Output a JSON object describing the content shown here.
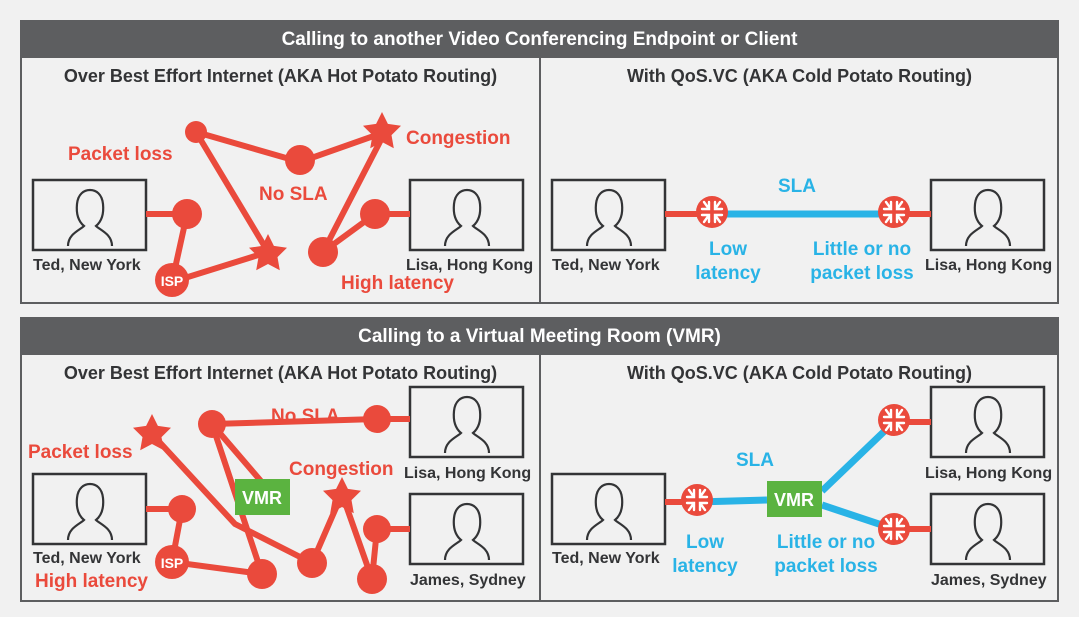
{
  "colors": {
    "header_bg": "#5d5e60",
    "panel_bg": "#f1f1f1",
    "red": "#ea4a3c",
    "blue": "#29b3e6",
    "green": "#5bb340",
    "text_dark": "#333436"
  },
  "top": {
    "title": "Calling to another Video Conferencing Endpoint or Client",
    "left": {
      "heading": "Over Best Effort Internet (AKA Hot Potato Routing)",
      "packet_loss": "Packet loss",
      "no_sla": "No SLA",
      "congestion": "Congestion",
      "high_latency": "High latency",
      "isp": "ISP",
      "caller": "Ted, New York",
      "callee": "Lisa, Hong Kong"
    },
    "right": {
      "heading": "With QoS.VC (AKA Cold Potato Routing)",
      "sla": "SLA",
      "low": "Low",
      "latency": "latency",
      "little_or_no": "Little or no",
      "packet_loss": "packet loss",
      "caller": "Ted, New York",
      "callee": "Lisa, Hong Kong"
    }
  },
  "bottom": {
    "title": "Calling to a Virtual Meeting Room (VMR)",
    "left": {
      "heading": "Over Best Effort Internet (AKA Hot Potato Routing)",
      "no_sla": "No SLA",
      "packet_loss": "Packet loss",
      "congestion": "Congestion",
      "vmr": "VMR",
      "isp": "ISP",
      "high_latency": "High latency",
      "caller": "Ted, New York",
      "callee1": "Lisa, Hong Kong",
      "callee2": "James, Sydney"
    },
    "right": {
      "heading": "With QoS.VC (AKA Cold Potato Routing)",
      "sla": "SLA",
      "vmr": "VMR",
      "low": "Low",
      "latency": "latency",
      "little_or_no": "Little or no",
      "packet_loss": "packet loss",
      "caller": "Ted, New York",
      "callee1": "Lisa, Hong Kong",
      "callee2": "James, Sydney"
    }
  },
  "icons": {
    "person": "person-silhouette-icon",
    "router": "router-icon",
    "star": "congestion-star-icon"
  }
}
